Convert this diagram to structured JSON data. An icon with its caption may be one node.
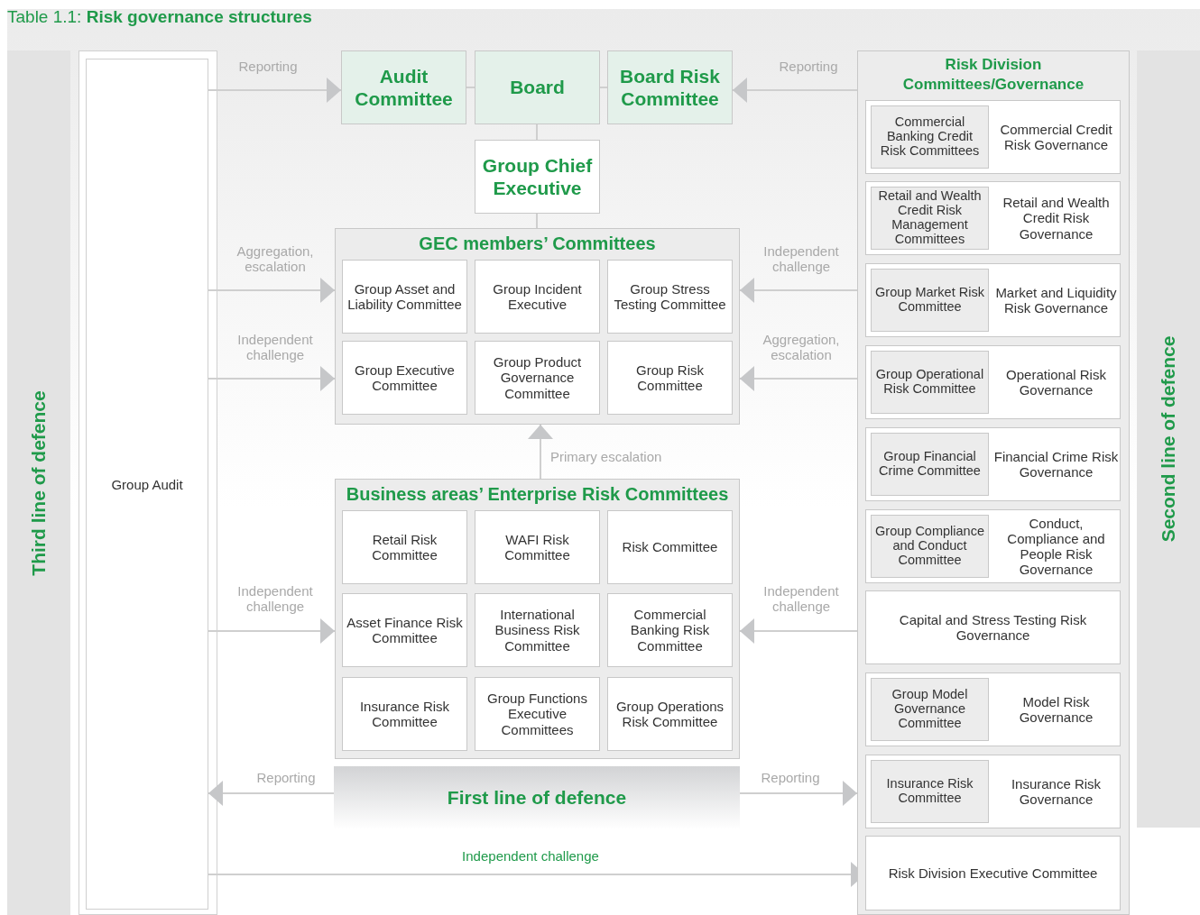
{
  "diagram": {
    "title": "Table 1.1: **Risk governance structures**",
    "nodes": [
      {
        "text": [
          "Third line of defence"
        ]
      },
      {
        "text": [
          "Group Audit"
        ]
      },
      {
        "text": [
          "Audit Committee"
        ]
      },
      {
        "text": [
          "Board"
        ]
      },
      {
        "text": [
          "Board Risk Committee"
        ]
      },
      {
        "text": [
          "Group Chief Executive"
        ]
      },
      {
        "text": [
          "GEC members’ Committees"
        ]
      },
      {
        "text": [
          "Group Asset and Liability Committee"
        ],
        "in": 6
      },
      {
        "text": [
          "Group Incident Executive"
        ],
        "in": 6
      },
      {
        "text": [
          "Group Stress Testing Committee"
        ],
        "in": 6
      },
      {
        "text": [
          "Group Executive Committee"
        ],
        "in": 6
      },
      {
        "text": [
          "Group Product Governance Committee"
        ],
        "in": 6
      },
      {
        "text": [
          "Group Risk Committee"
        ],
        "in": 6
      },
      {
        "text": [
          "Business areas’ Enterprise Risk Committees"
        ]
      },
      {
        "text": [
          "Retail Risk Committee"
        ],
        "in": 13
      },
      {
        "text": [
          "WAFI Risk Committee"
        ],
        "in": 13
      },
      {
        "text": [
          "Risk Committee"
        ],
        "in": 13
      },
      {
        "text": [
          "Asset Finance Risk Committee"
        ],
        "in": 13
      },
      {
        "text": [
          "International Business Risk Committee"
        ],
        "in": 13
      },
      {
        "text": [
          "Commercial Banking Risk Committee"
        ],
        "in": 13
      },
      {
        "text": [
          "Insurance Risk Committee"
        ],
        "in": 13
      },
      {
        "text": [
          "Group Functions Executive Committees"
        ],
        "in": 13
      },
      {
        "text": [
          "Group Operations Risk Committee"
        ],
        "in": 13
      },
      {
        "text": [
          "First line of defence"
        ]
      },
      {
        "text": [
          "Risk Division Committees/Governance"
        ]
      },
      {
        "text": [
          "Commercial Credit Risk Governance"
        ],
        "in": 24
      },
      {
        "text": [
          "Commercial Banking Credit Risk Committees"
        ],
        "in": 25
      },
      {
        "text": [
          "Retail and Wealth Credit Risk Governance"
        ],
        "in": 24
      },
      {
        "text": [
          "Retail and Wealth Credit Risk Management Committees"
        ],
        "in": 27
      },
      {
        "text": [
          "Market and Liquidity Risk Governance"
        ],
        "in": 24
      },
      {
        "text": [
          "Group Market Risk Committee"
        ],
        "in": 29
      },
      {
        "text": [
          "Operational Risk Governance"
        ],
        "in": 24
      },
      {
        "text": [
          "Group Operational Risk Committee"
        ],
        "in": 31
      },
      {
        "text": [
          "Financial Crime Risk Governance"
        ],
        "in": 24
      },
      {
        "text": [
          "Group Financial Crime Committee"
        ],
        "in": 33
      },
      {
        "text": [
          "Conduct, Compliance and People Risk Governance"
        ],
        "in": 24
      },
      {
        "text": [
          "Group Compliance and Conduct Committee"
        ],
        "in": 35
      },
      {
        "text": [
          "Capital and Stress Testing Risk Governance"
        ],
        "in": 24
      },
      {
        "text": [
          "Model Risk Governance"
        ],
        "in": 24
      },
      {
        "text": [
          "Group Model Governance Committee"
        ],
        "in": 38
      },
      {
        "text": [
          "Insurance Risk Governance"
        ],
        "in": 24
      },
      {
        "text": [
          "Insurance Risk Committee"
        ],
        "in": 40
      },
      {
        "text": [
          "Risk Division Executive Committee"
        ],
        "in": 24
      },
      {
        "text": [
          "Second line of defence"
        ]
      }
    ],
    "edges": [
      {
        "from": 1,
        "to": 2,
        "arrow": "to",
        "label": "Reporting"
      },
      {
        "from": 2,
        "to": 3,
        "arrow": "none"
      },
      {
        "from": 3,
        "to": 4,
        "arrow": "none"
      },
      {
        "from": 3,
        "to": 5,
        "arrow": "none"
      },
      {
        "from": 5,
        "to": 6,
        "arrow": "none"
      },
      {
        "from": 24,
        "to": 4,
        "arrow": "to",
        "label": "Reporting"
      },
      {
        "from": 1,
        "to": 6,
        "arrow": "to",
        "label": "Aggregation, escalation"
      },
      {
        "from": 1,
        "to": 6,
        "arrow": "to",
        "label": "Independent challenge"
      },
      {
        "from": 24,
        "to": 6,
        "arrow": "to",
        "label": "Independent challenge"
      },
      {
        "from": 24,
        "to": 6,
        "arrow": "to",
        "label": "Aggregation, escalation"
      },
      {
        "from": 13,
        "to": 6,
        "arrow": "to",
        "label": "Primary escalation"
      },
      {
        "from": 1,
        "to": 13,
        "arrow": "to",
        "label": "Independent challenge"
      },
      {
        "from": 24,
        "to": 13,
        "arrow": "to",
        "label": "Independent challenge"
      },
      {
        "from": 23,
        "to": 1,
        "arrow": "to",
        "label": "Reporting"
      },
      {
        "from": 23,
        "to": 24,
        "arrow": "to",
        "label": "Reporting"
      },
      {
        "from": 1,
        "to": 42,
        "arrow": "to",
        "label": "Independent challenge"
      }
    ]
  }
}
